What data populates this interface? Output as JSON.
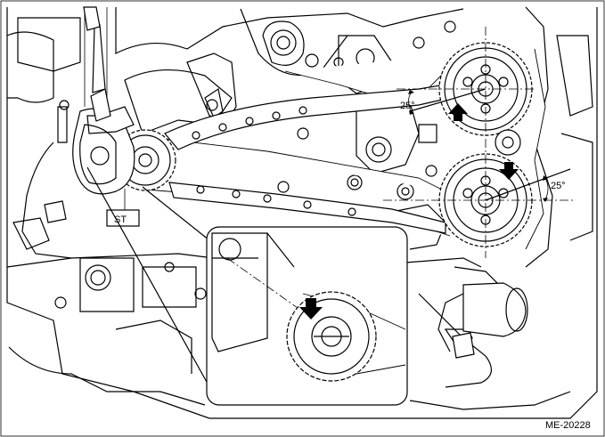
{
  "labels": {
    "tool": "ST",
    "angle_upper": "25°",
    "angle_lower": "25°",
    "figure_id": "ME-20228"
  },
  "arrows": [
    {
      "name": "upper-cam-arrow",
      "direction": "up"
    },
    {
      "name": "lower-cam-arrow",
      "direction": "down"
    },
    {
      "name": "crank-arrow",
      "direction": "down"
    }
  ]
}
